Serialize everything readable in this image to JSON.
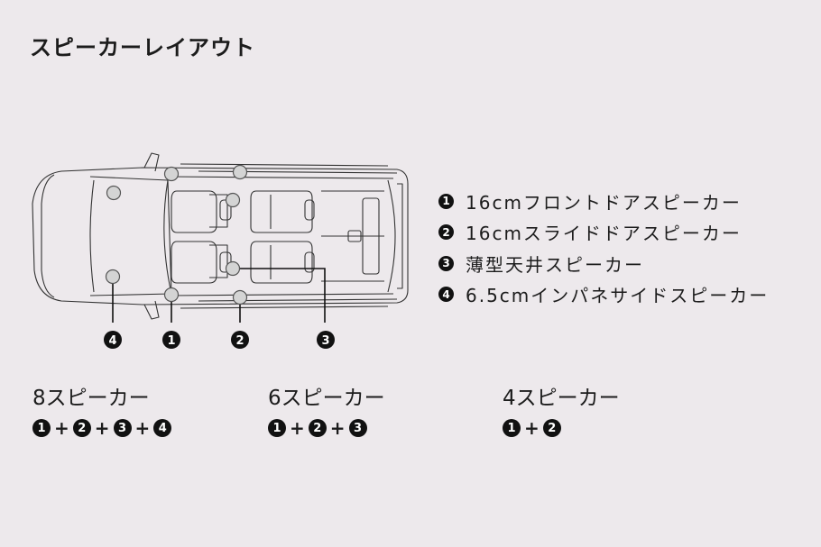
{
  "title": "スピーカーレイアウト",
  "legend": [
    {
      "number": "1",
      "label": "16cmフロントドアスピーカー"
    },
    {
      "number": "2",
      "label": "16cmスライドドアスピーカー"
    },
    {
      "number": "3",
      "label": "薄型天井スピーカー"
    },
    {
      "number": "4",
      "label": "6.5cmインパネサイドスピーカー"
    }
  ],
  "callouts": [
    "4",
    "1",
    "2",
    "3"
  ],
  "configs": [
    {
      "label": "8スピーカー",
      "combo": [
        "1",
        "2",
        "3",
        "4"
      ]
    },
    {
      "label": "6スピーカー",
      "combo": [
        "1",
        "2",
        "3"
      ]
    },
    {
      "label": "4スピーカー",
      "combo": [
        "1",
        "2"
      ]
    }
  ],
  "plus_sign": "+",
  "colors": {
    "background": "#ede9ec",
    "badge": "#111111",
    "speaker": "#cfcfcf"
  }
}
